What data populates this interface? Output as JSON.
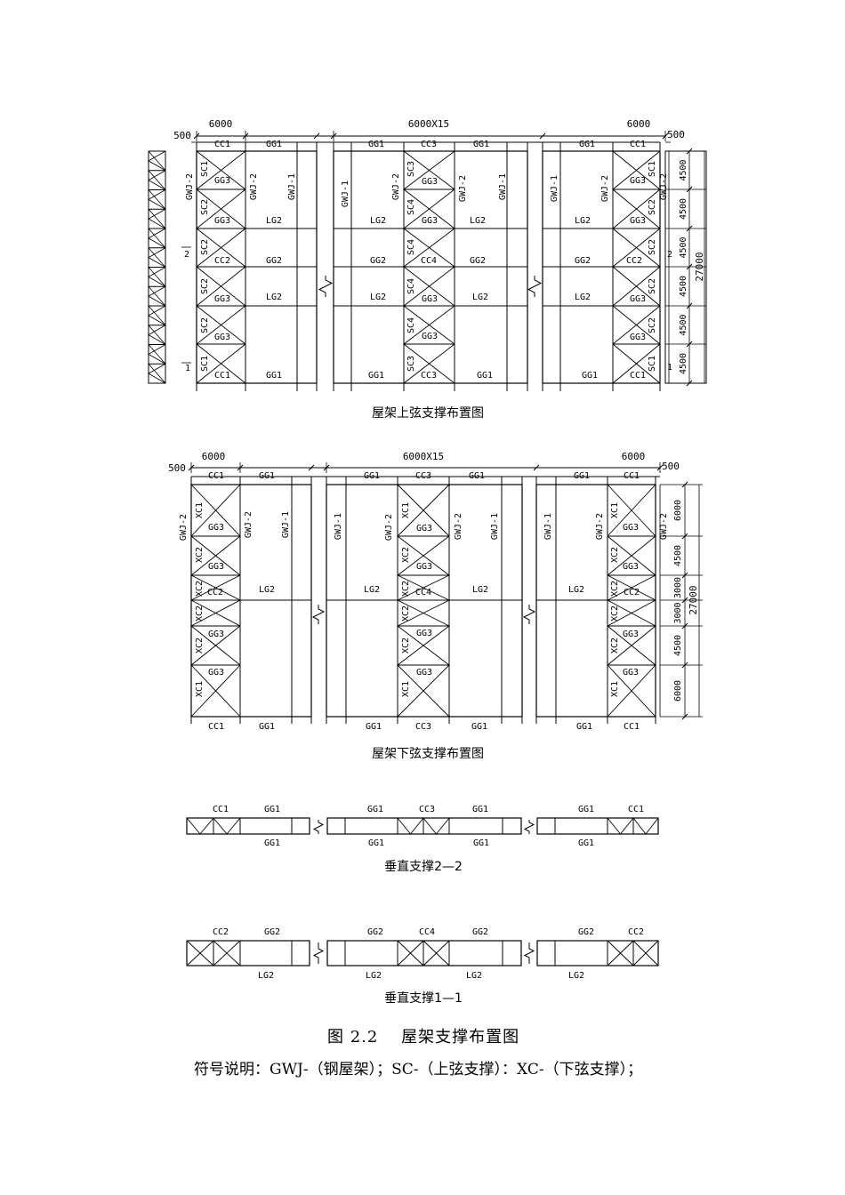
{
  "top_plan": {
    "title": "屋架上弦支撑布置图",
    "dims": {
      "left": "6000",
      "middle": "6000X15",
      "right": "6000",
      "edge_left": "500",
      "edge_right": "500",
      "total": "27000"
    },
    "bay_dims": [
      "4500",
      "4500",
      "4500",
      "4500",
      "4500",
      "4500"
    ],
    "labels": {
      "cc1": "CC1",
      "cc2": "CC2",
      "cc3": "CC3",
      "cc4": "CC4",
      "gg1": "GG1",
      "gg2": "GG2",
      "gg3": "GG3",
      "lg2": "LG2",
      "sc1": "SC1",
      "sc2": "SC2",
      "sc3": "SC3",
      "sc4": "SC4",
      "gwj1": "GWJ-1",
      "gwj2": "GWJ-2",
      "axis1": "1",
      "axis2": "2"
    }
  },
  "bottom_plan": {
    "title": "屋架下弦支撑布置图",
    "dims": {
      "left": "6000",
      "middle": "6000X15",
      "right": "6000",
      "edge_left": "500",
      "edge_right": "500",
      "total": "27000"
    },
    "bay_dims": [
      "6000",
      "4500",
      "3000",
      "3000",
      "4500",
      "6000"
    ],
    "labels": {
      "cc1": "CC1",
      "cc2": "CC2",
      "cc3": "CC3",
      "cc4": "CC4",
      "gg1": "GG1",
      "gg3": "GG3",
      "lg2": "LG2",
      "xc1": "XC1",
      "xc2": "XC2",
      "gwj1": "GWJ-1",
      "gwj2": "GWJ-2"
    }
  },
  "vertical_2_2": {
    "title": "垂直支撑2—2",
    "labels": {
      "cc1": "CC1",
      "cc3": "CC3",
      "gg1": "GG1"
    }
  },
  "vertical_1_1": {
    "title": "垂直支撑1—1",
    "labels": {
      "cc2": "CC2",
      "cc4": "CC4",
      "gg2": "GG2",
      "lg2": "LG2"
    }
  },
  "caption": {
    "figure": "图 2.2　 屋架支撑布置图"
  },
  "legend": {
    "text": "符号说明：GWJ-（钢屋架）；SC-（上弦支撑）：XC-（下弦支撑）；"
  }
}
